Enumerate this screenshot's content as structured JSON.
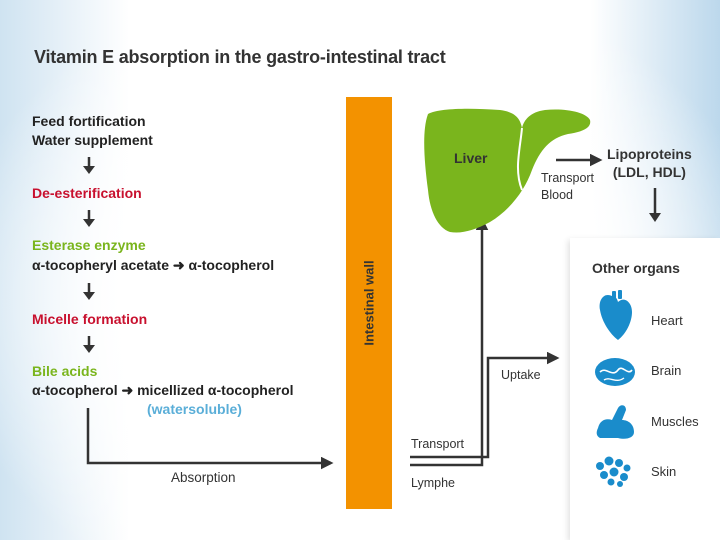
{
  "title": "Vitamin E absorption in the gastro-intestinal tract",
  "steps": {
    "feed_fortification": "Feed fortification",
    "water_supplement": "Water supplement",
    "de_esterification": "De-esterification",
    "esterase_enzyme": "Esterase enzyme",
    "esterase_reaction": "α-tocopheryl acetate ➜ α-tocopherol",
    "micelle_formation": "Micelle formation",
    "bile_acids": "Bile acids",
    "bile_reaction": "α-tocopherol ➜ micellized α-tocopherol",
    "watersoluble": "(watersoluble)"
  },
  "labels": {
    "absorption": "Absorption",
    "intestinal_wall": "Intestinal wall",
    "transport": "Transport",
    "lymphe": "Lymphe",
    "uptake": "Uptake",
    "liver": "Liver",
    "transport_blood_1": "Transport",
    "transport_blood_2": "Blood",
    "lipoproteins_1": "Lipoproteins",
    "lipoproteins_2": "(LDL, HDL)"
  },
  "organs": {
    "title": "Other organs",
    "items": [
      {
        "label": "Heart",
        "icon": "heart-icon"
      },
      {
        "label": "Brain",
        "icon": "brain-icon"
      },
      {
        "label": "Muscles",
        "icon": "muscle-icon"
      },
      {
        "label": "Skin",
        "icon": "skin-icon"
      }
    ]
  },
  "colors": {
    "wall": "#f39200",
    "liver": "#7ab51d",
    "organ_icons": "#1a8ccb",
    "red_step": "#c8102e",
    "green_step": "#7ab51d",
    "blue_note": "#5aaed8"
  }
}
